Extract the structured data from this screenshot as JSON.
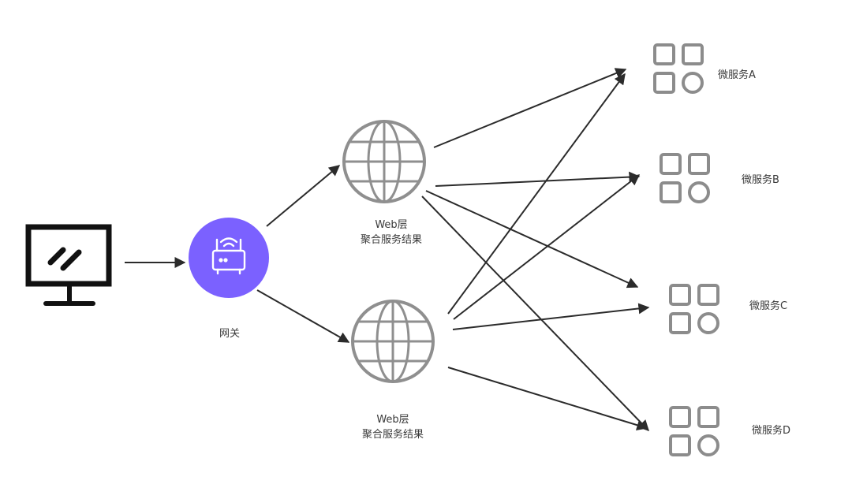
{
  "colors": {
    "arrow": "#2b2b2b",
    "gateway_fill": "#7b61ff",
    "gateway_icon": "#ffffff",
    "globe": "#8f8f8f",
    "service_icon": "#8c8c8c",
    "monitor": "#111111",
    "label_text": "#3a3a3a"
  },
  "client": {
    "icon": "monitor-icon"
  },
  "gateway": {
    "label": "网关",
    "icon": "router-icon"
  },
  "web_layers": [
    {
      "line1": "Web层",
      "line2": "聚合服务结果",
      "icon": "globe-icon"
    },
    {
      "line1": "Web层",
      "line2": "聚合服务结果",
      "icon": "globe-icon"
    }
  ],
  "services": [
    {
      "label": "微服务A",
      "icon": "apps-grid-icon"
    },
    {
      "label": "微服务B",
      "icon": "apps-grid-icon"
    },
    {
      "label": "微服务C",
      "icon": "apps-grid-icon"
    },
    {
      "label": "微服务D",
      "icon": "apps-grid-icon"
    }
  ]
}
